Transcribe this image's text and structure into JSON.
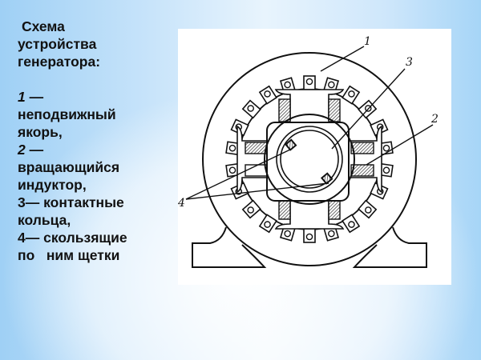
{
  "caption": {
    "title_lines": [
      "Схема",
      "устройства",
      "генератора:"
    ],
    "items": [
      {
        "num": "1",
        "text_lines": [
          "неподвижный",
          "якорь,"
        ]
      },
      {
        "num": "2",
        "text_lines": [
          "вращающийся",
          "индуктор,"
        ]
      },
      {
        "num": "3",
        "text_lines": [
          "контактные",
          "кольца,"
        ]
      },
      {
        "num": "4",
        "text_lines": [
          "скользящие",
          "по   ним щетки"
        ]
      }
    ],
    "dash": "—"
  },
  "figure": {
    "labels": [
      "1",
      "2",
      "3",
      "4"
    ]
  }
}
